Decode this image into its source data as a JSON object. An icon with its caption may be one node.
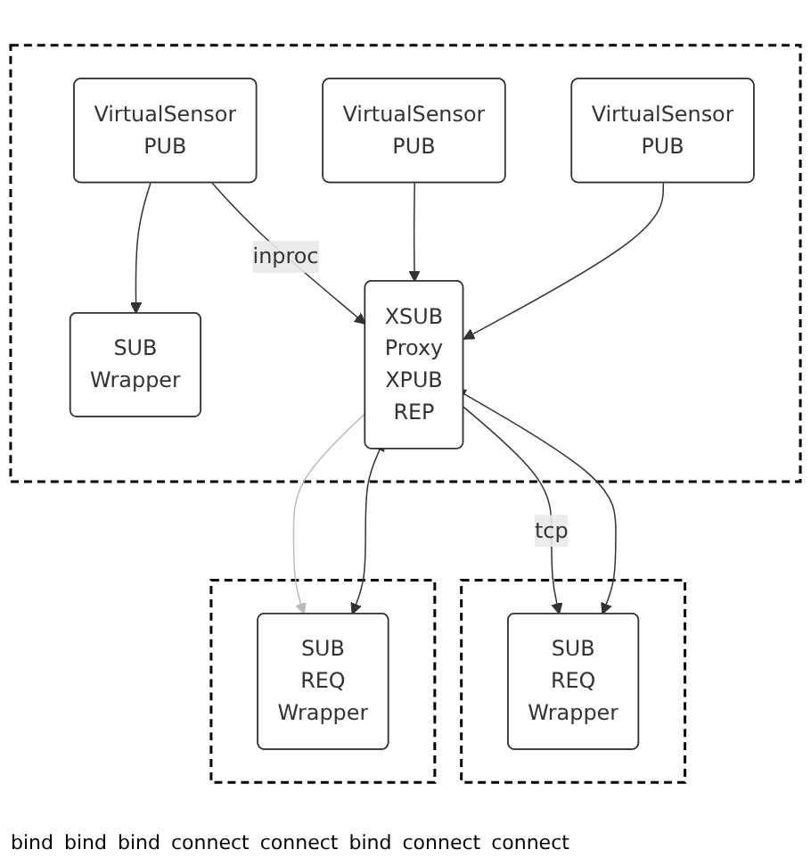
{
  "diagram": {
    "nodes": [
      {
        "text": [],
        "shape": "box"
      },
      {
        "text": [
          "VirtualSensor",
          "PUB"
        ],
        "in": 0
      },
      {
        "text": [
          "VirtualSensor",
          "PUB"
        ],
        "in": 0
      },
      {
        "text": [
          "VirtualSensor",
          "PUB"
        ],
        "in": 0
      },
      {
        "text": [
          "SUB",
          "Wrapper"
        ],
        "in": 0
      },
      {
        "text": [
          "XSUB",
          "Proxy",
          "XPUB",
          "REP"
        ],
        "in": 0
      },
      {
        "text": [],
        "shape": "box"
      },
      {
        "text": [
          "SUB",
          "REQ",
          "Wrapper"
        ],
        "in": 6
      },
      {
        "text": [],
        "shape": "box"
      },
      {
        "text": [
          "SUB",
          "REQ",
          "Wrapper"
        ],
        "in": 8
      }
    ],
    "edges": [
      {
        "from": 1,
        "to": 4,
        "arrow": "to"
      },
      {
        "from": 1,
        "to": 5,
        "arrow": "to",
        "label": "inproc"
      },
      {
        "from": 2,
        "to": 5,
        "arrow": "to"
      },
      {
        "from": 3,
        "to": 5,
        "arrow": "to"
      },
      {
        "from": 5,
        "to": 7,
        "arrow": "to",
        "label": "tcp"
      },
      {
        "from": 5,
        "to": 7,
        "arrow": "both"
      },
      {
        "from": 5,
        "to": 9,
        "arrow": "to",
        "color": "#bbbbbb"
      },
      {
        "from": 5,
        "to": 9,
        "arrow": "both"
      }
    ],
    "labels": [
      "bind",
      "bind",
      "bind",
      "connect",
      "connect",
      "bind",
      "connect",
      "connect"
    ]
  }
}
